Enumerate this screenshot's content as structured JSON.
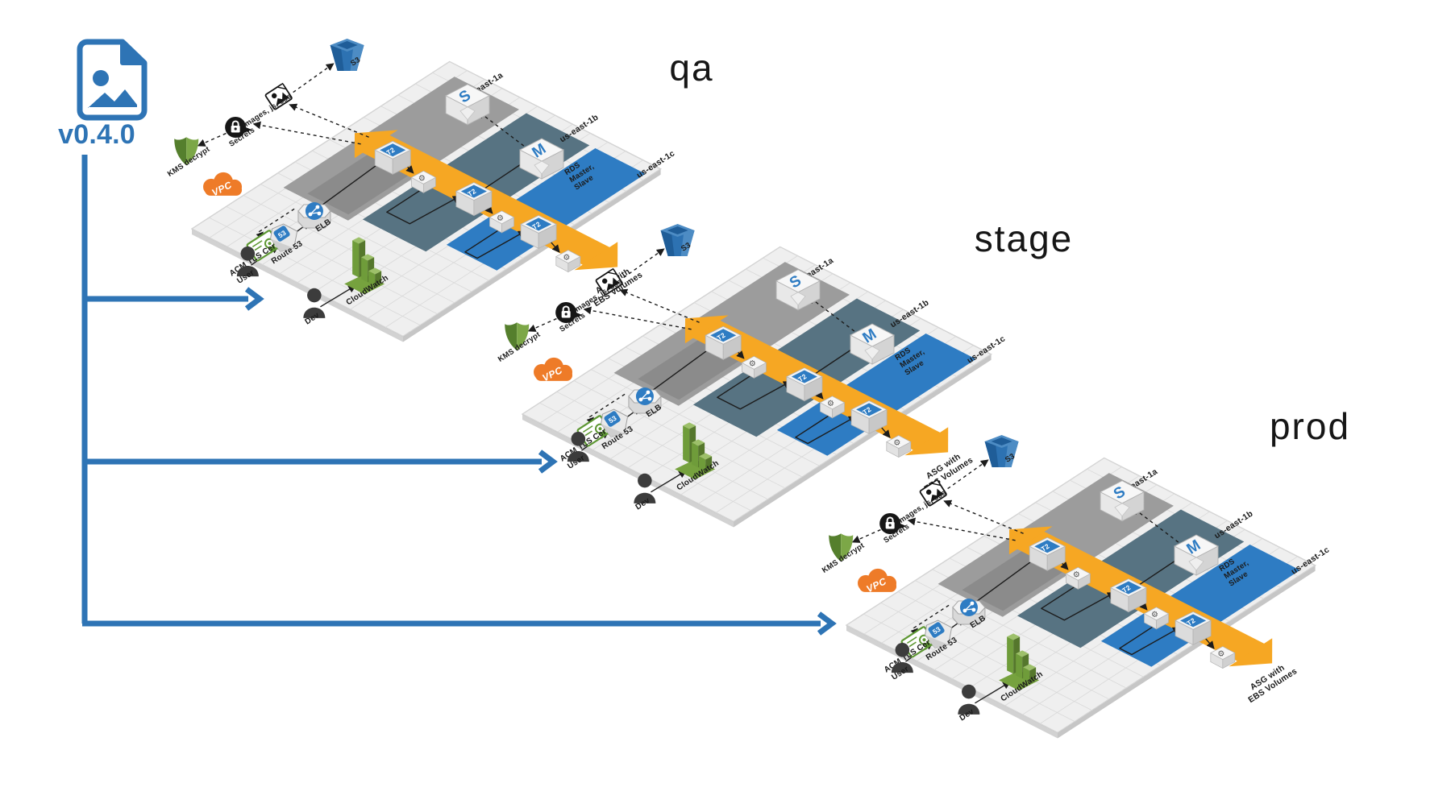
{
  "version": {
    "label": "v0.4.0",
    "icon": "image-file-icon"
  },
  "environments": [
    {
      "name": "qa"
    },
    {
      "name": "stage"
    },
    {
      "name": "prod"
    }
  ],
  "labels": {
    "s3": "S3",
    "assets": "images, js, css",
    "secrets": "Secrets",
    "kms_decrypt": "KMS decrypt",
    "vpc": "VPC",
    "acm": "ACM TLS Cert",
    "user": "User",
    "route53": "Route 53",
    "elb": "ELB",
    "dev": "Dev",
    "cloudwatch": "CloudWatch",
    "az_a": "us-east-1a",
    "az_b": "us-east-1b",
    "az_c": "us-east-1c",
    "rds": [
      "RDS",
      "Master,",
      "Slave"
    ],
    "asg": [
      "ASG with",
      "EBS Volumes"
    ],
    "t2_badge": "T2",
    "slave_badge": "S",
    "master_badge": "M",
    "route53_badge": "53"
  },
  "colors": {
    "accent_blue": "#2e74b5",
    "s3_blue_dark": "#1f5d98",
    "s3_blue": "#2d72b2",
    "s3_blue_light": "#4d8cc4",
    "zone_a_gray": "#9c9c9c",
    "zone_a_gray_dark": "#8b8b8b",
    "zone_b_slate": "#577382",
    "zone_c_blue": "#2e7cc3",
    "asg_orange": "#f6a723",
    "vpc_orange": "#ee7b28",
    "kms_green_dark": "#557f2d",
    "kms_green": "#7ca747",
    "cert_green": "#5d9732",
    "cloudwatch_green": "#76a23e",
    "secrets_black": "#161616",
    "person_gray": "#3c3c3c",
    "platform_fill": "#efefef",
    "platform_grid": "#d9d9d9",
    "platform_edge": "#bdbdbd"
  }
}
